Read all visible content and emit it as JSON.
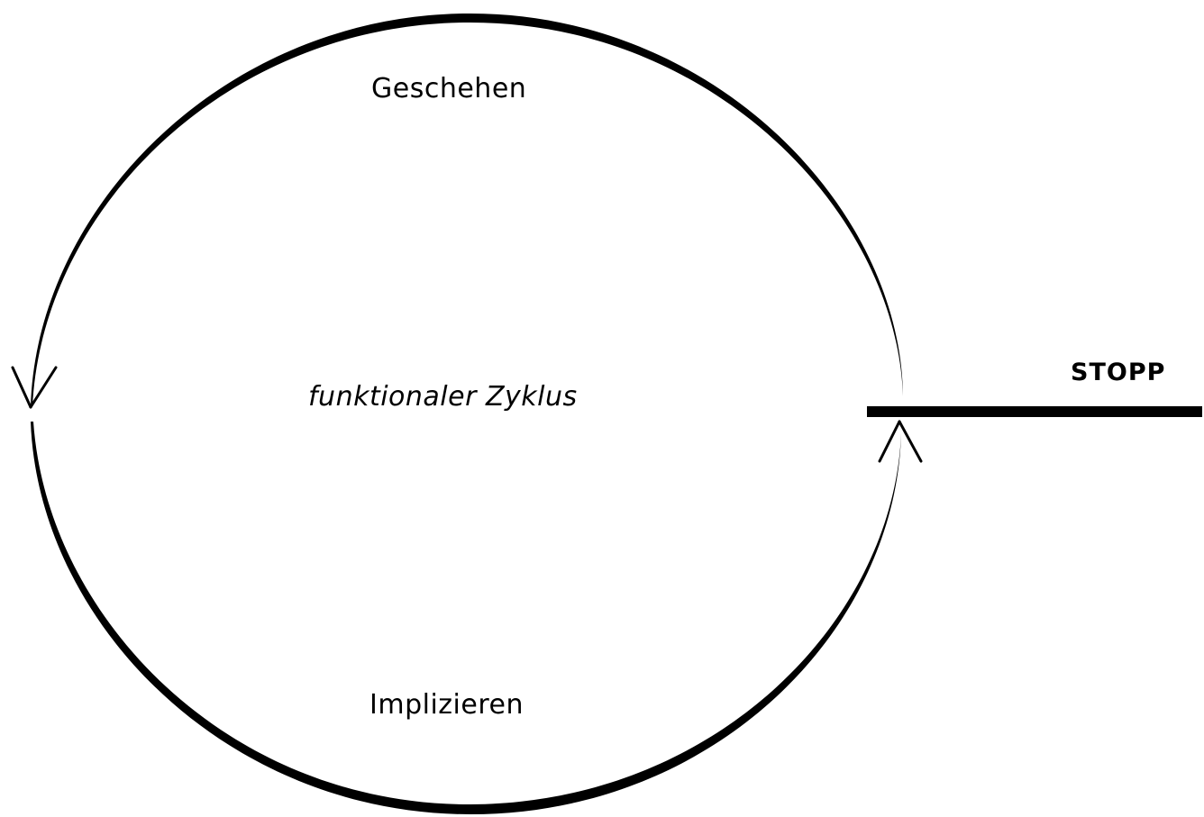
{
  "labels": {
    "top": "Geschehen",
    "center": "funktionaler Zyklus",
    "bottom": "Implizieren",
    "stopp": "STOPP"
  },
  "colors": {
    "stroke": "#000000",
    "background": "#ffffff"
  }
}
